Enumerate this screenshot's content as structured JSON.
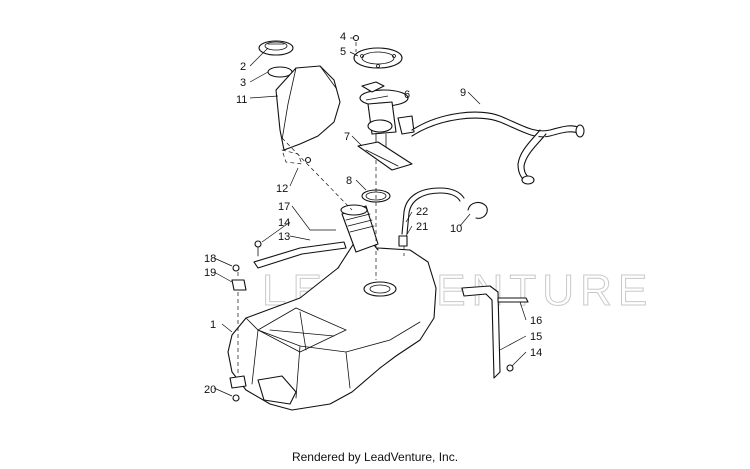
{
  "diagram": {
    "callouts": [
      "1",
      "2",
      "3",
      "4",
      "5",
      "6",
      "7",
      "8",
      "9",
      "10",
      "11",
      "12",
      "13",
      "14",
      "14",
      "15",
      "16",
      "17",
      "18",
      "19",
      "20",
      "21",
      "22"
    ],
    "watermark": "LEADVENTURE",
    "footer": "Rendered by LeadVenture, Inc."
  }
}
